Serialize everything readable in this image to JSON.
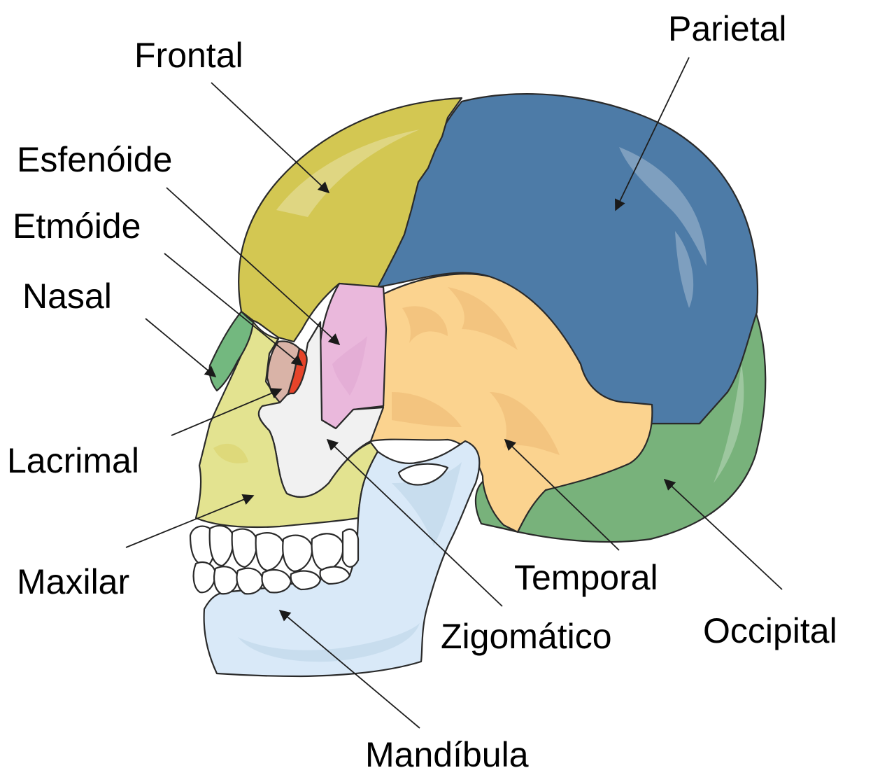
{
  "labels": {
    "frontal": "Frontal",
    "parietal": "Parietal",
    "esfenoide": "Esfenóide",
    "etmoide": "Etmóide",
    "nasal": "Nasal",
    "lacrimal": "Lacrimal",
    "maxilar": "Maxilar",
    "temporal": "Temporal",
    "zigomatico": "Zigomático",
    "occipital": "Occipital",
    "mandibula": "Mandíbula"
  },
  "colors": {
    "frontal": "#d3c752",
    "parietal": "#4d7ba7",
    "occipital": "#78b27b",
    "temporal": "#fbd38f",
    "temporal_shade": "#e4aa62",
    "esfenoide": "#eab8dc",
    "esfenoide_shade": "#d99ccc",
    "etmoide": "#e6442a",
    "nasal": "#73b87f",
    "lacrimal": "#d9b3a7",
    "maxilar": "#e3e390",
    "zigomatico": "#f1f1f1",
    "mandibula": "#d9e9f8",
    "mandibula_shade": "#a9c9de",
    "teeth": "#ffffff"
  }
}
